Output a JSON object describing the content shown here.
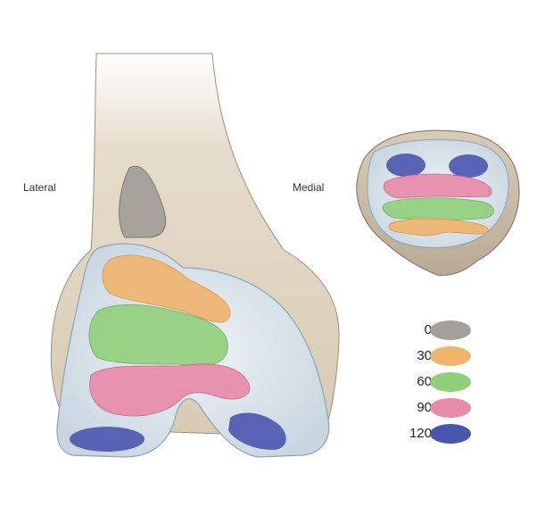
{
  "labels": {
    "lateral": "Lateral",
    "medial": "Medial"
  },
  "legend": [
    {
      "label": "0°",
      "color": "#a3a09c",
      "name": "zone-0-degrees"
    },
    {
      "label": "30°",
      "color": "#f0b36c",
      "name": "zone-30-degrees"
    },
    {
      "label": "60°",
      "color": "#8fcf7a",
      "name": "zone-60-degrees"
    },
    {
      "label": "90°",
      "color": "#e88aa8",
      "name": "zone-90-degrees"
    },
    {
      "label": "120°",
      "color": "#4a55b0",
      "name": "zone-120-degrees"
    }
  ],
  "colors": {
    "bone": "#e2d6c2",
    "cartilage": "#dbe6ee",
    "outline": "#8a7a70"
  }
}
